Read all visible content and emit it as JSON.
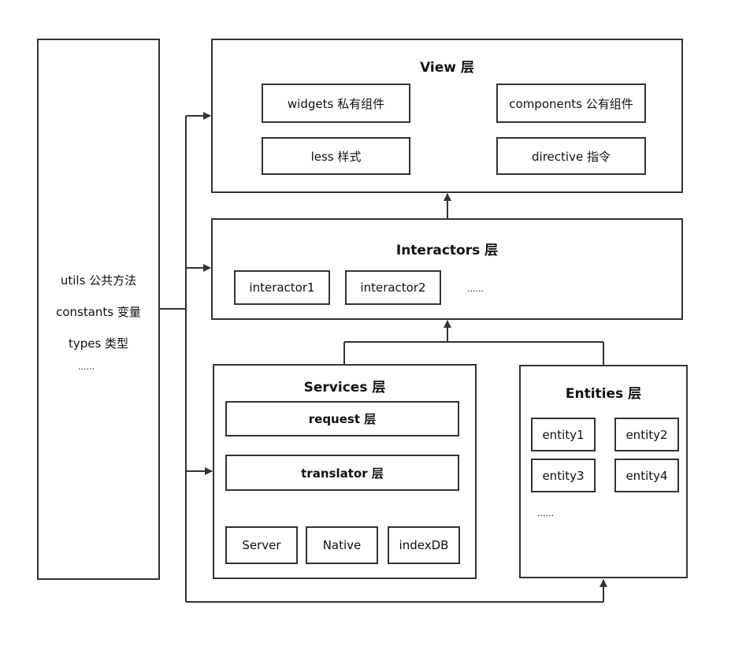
{
  "shared": {
    "line1": "utils 公共方法",
    "line2": "constants 变量",
    "line3": "types 类型",
    "more": "......"
  },
  "view": {
    "title": "View 层",
    "widgets": "widgets 私有组件",
    "components": "components 公有组件",
    "less": "less 样式",
    "directive": "directive 指令"
  },
  "interactors": {
    "title": "Interactors 层",
    "item1": "interactor1",
    "item2": "interactor2",
    "more": "......"
  },
  "services": {
    "title": "Services 层",
    "request": "request 层",
    "translator": "translator 层",
    "server": "Server",
    "native": "Native",
    "indexdb": "indexDB"
  },
  "entities": {
    "title": "Entities 层",
    "e1": "entity1",
    "e2": "entity2",
    "e3": "entity3",
    "e4": "entity4",
    "more": "......"
  }
}
